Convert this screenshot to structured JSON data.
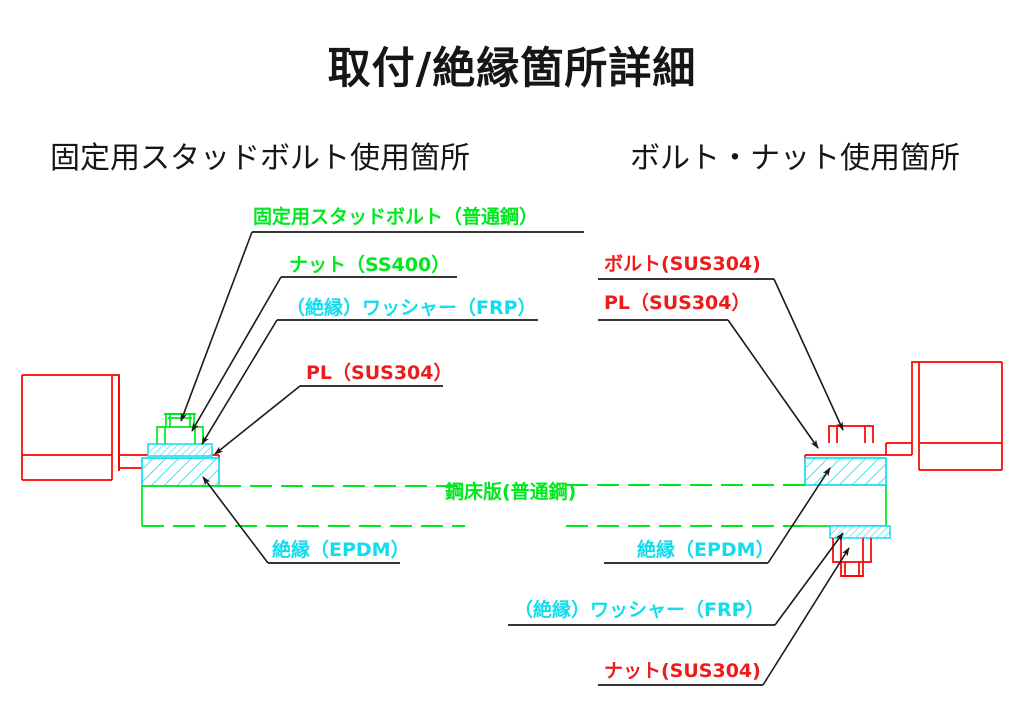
{
  "document": {
    "title": "取付/絶縁箇所詳細"
  },
  "sections": [
    {
      "id": "left",
      "subtitle": "固定用スタッドボルト使用箇所"
    },
    {
      "id": "right",
      "subtitle": "ボルト・ナット使用箇所"
    }
  ],
  "colors": {
    "stud_bolt_green": "#00e81e",
    "insulation_cyan": "#14dced",
    "stainless_red": "#ee1b1b",
    "leader_black": "#1a1a1a",
    "background": "#ffffff"
  },
  "callouts": {
    "left": [
      {
        "name": "stud-bolt",
        "text": "固定用スタッドボルト（普通鋼）",
        "color": "green"
      },
      {
        "name": "nut",
        "text": "ナット（SS400）",
        "color": "green"
      },
      {
        "name": "washer",
        "text": "（絶縁）ワッシャー（FRP）",
        "color": "cyan"
      },
      {
        "name": "plate",
        "text": "PL（SUS304）",
        "color": "red"
      },
      {
        "name": "insulation",
        "text": "絶縁（EPDM）",
        "color": "cyan"
      }
    ],
    "center": [
      {
        "name": "deck-plate",
        "text": "鋼床版(普通鋼)",
        "color": "green"
      }
    ],
    "right": [
      {
        "name": "bolt",
        "text": "ボルト(SUS304)",
        "color": "red"
      },
      {
        "name": "plate",
        "text": "PL（SUS304）",
        "color": "red"
      },
      {
        "name": "insulation",
        "text": "絶縁（EPDM）",
        "color": "cyan"
      },
      {
        "name": "washer",
        "text": "（絶縁）ワッシャー（FRP）",
        "color": "cyan"
      },
      {
        "name": "nut",
        "text": "ナット(SUS304)",
        "color": "red"
      }
    ]
  }
}
